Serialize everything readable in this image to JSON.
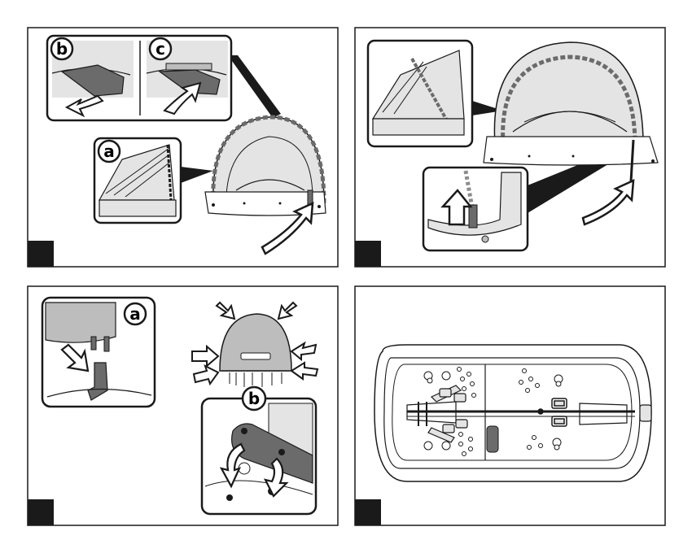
{
  "panels": [
    {
      "step_box": "",
      "callouts": [
        {
          "letter": "b"
        },
        {
          "letter": "c"
        },
        {
          "letter": "a"
        }
      ]
    },
    {
      "step_box": "",
      "callouts": []
    },
    {
      "step_box": "",
      "callouts": [
        {
          "letter": "a"
        },
        {
          "letter": "b"
        }
      ]
    },
    {
      "step_box": "",
      "callouts": []
    }
  ],
  "colors": {
    "line": "#1a1a1a",
    "fill_light": "#e4e4e4",
    "fill_mid": "#bdbdbd",
    "fill_dark": "#6b6b6b",
    "step_box": "#1a1a1a"
  }
}
